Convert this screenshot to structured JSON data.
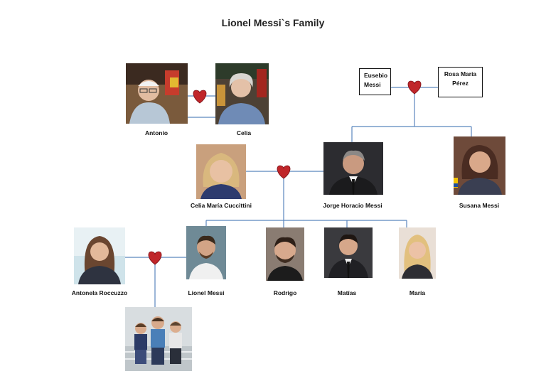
{
  "title": "Lionel Messi`s Family",
  "colors": {
    "line": "#5b86bd",
    "heart": "#c0262a",
    "heart_outline": "#7d1218"
  },
  "people": {
    "antonio": "Antonio",
    "celia": "Celia",
    "eusebio_line1": "Eusebio",
    "eusebio_line2": "Messi",
    "rosa_line1": "Rosa María",
    "rosa_line2": "Pérez",
    "celia_maria": "Celia María Cuccittini",
    "jorge": "Jorge Horacio Messi",
    "susana": "Susana Messi",
    "antonela": "Antonela Roccuzzo",
    "lionel": "Lionel Messi",
    "rodrigo": "Rodrigo",
    "matias": "Matías",
    "maria": "María"
  },
  "icons": [
    "heart-icon"
  ]
}
